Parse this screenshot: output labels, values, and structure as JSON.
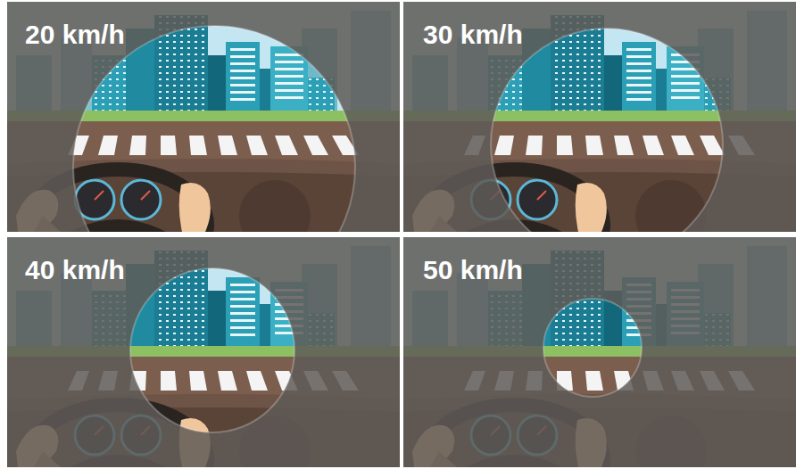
{
  "diagram": {
    "labels": [
      "20 km/h",
      "30 km/h",
      "40 km/h",
      "50 km/h"
    ]
  }
}
